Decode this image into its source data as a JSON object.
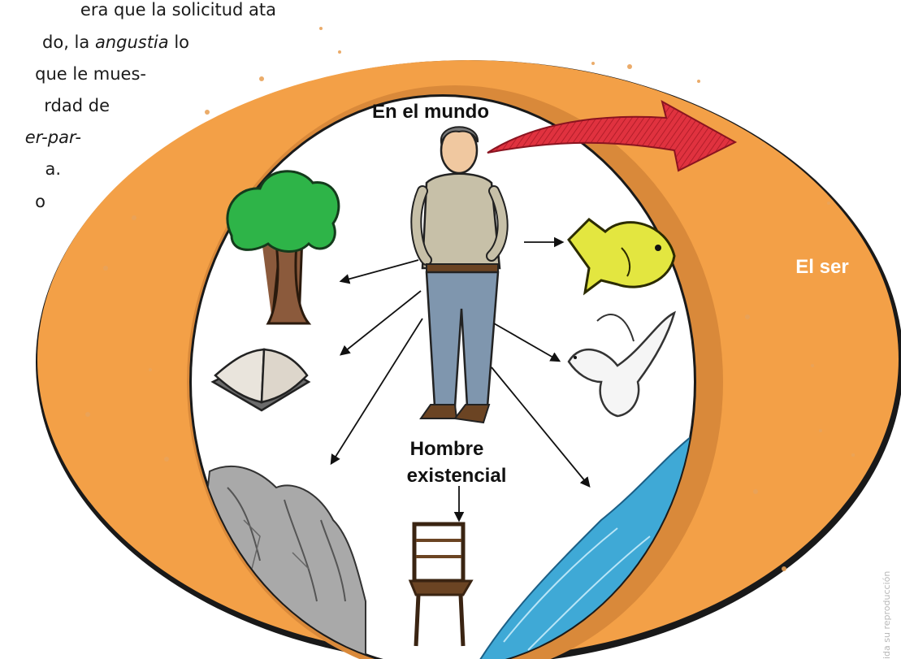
{
  "paragraph": {
    "line1": "era que la solicitud ata",
    "line2_a": "do, la ",
    "line2_b": "angustia",
    "line2_c": " lo",
    "line3": "que le mues-",
    "line4": "rdad de",
    "line5": "er-par-",
    "line6": "a.",
    "line7": "o"
  },
  "labels": {
    "world": "En el mundo",
    "man_line1": "Hombre",
    "man_line2": "existencial",
    "being": "El ser"
  },
  "side_note": "ida su reproducción",
  "colors": {
    "orange": "#F3A047",
    "orange_shadow": "#D9893A",
    "arrow_red": "#E0323F",
    "being_label": "#ffffff"
  },
  "icons": [
    "man-figure-icon",
    "tree-icon",
    "book-icon",
    "rock-icon",
    "chair-icon",
    "water-icon",
    "fish-icon",
    "dove-icon",
    "transcend-arrow-icon"
  ]
}
